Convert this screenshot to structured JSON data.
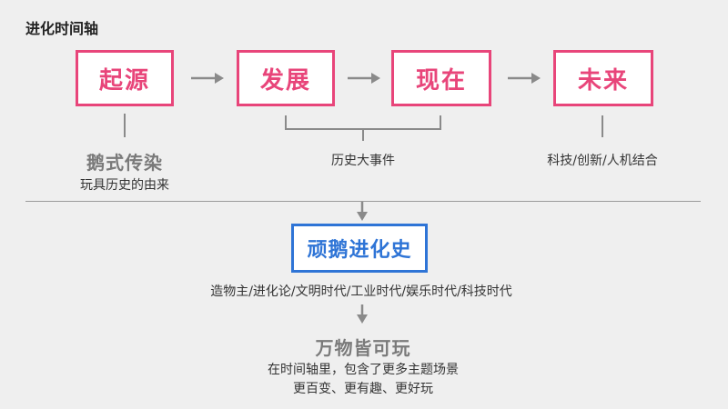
{
  "header": {
    "title": "进化时间轴"
  },
  "stages": [
    {
      "label": "起源"
    },
    {
      "label": "发展"
    },
    {
      "label": "现在"
    },
    {
      "label": "未来"
    }
  ],
  "annotations": {
    "origin_title": "鹅式传染",
    "origin_desc": "玩具历史的由来",
    "middle_desc": "历史大事件",
    "future_desc": "科技/创新/人机结合"
  },
  "focus": {
    "label": "顽鹅进化史",
    "eras": "造物主/进化论/文明时代/工业时代/娱乐时代/科技时代"
  },
  "summary": {
    "title": "万物皆可玩",
    "line1": "在时间轴里，包含了更多主题场景",
    "line2": "更百变、更有趣、更好玩"
  },
  "colors": {
    "stage_border": "#e8457a",
    "focus_border": "#2e74d6",
    "connector": "#8a8a8a",
    "background": "#efefef"
  }
}
